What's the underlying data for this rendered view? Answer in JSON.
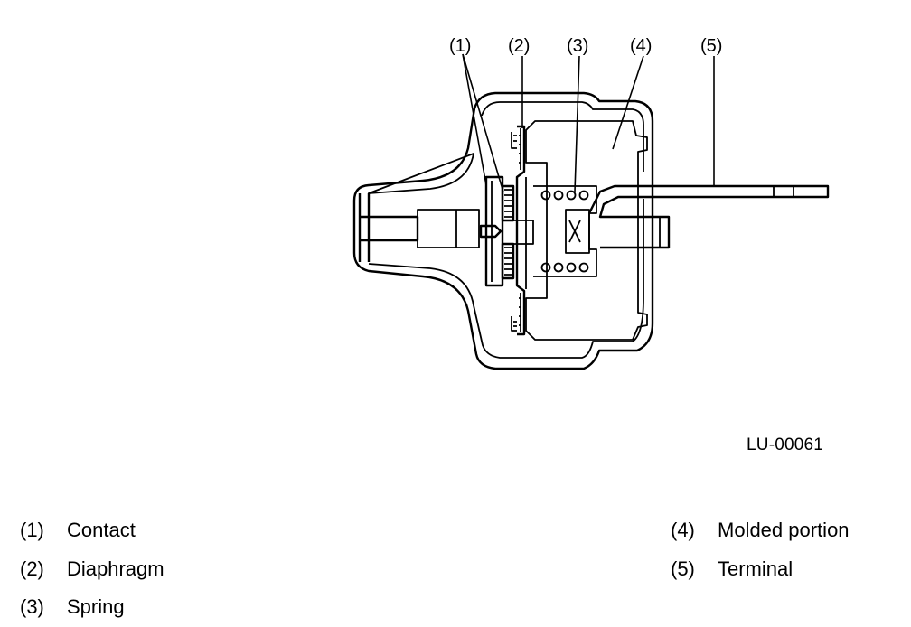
{
  "figure_code": "LU-00061",
  "callouts": [
    "(1)",
    "(2)",
    "(3)",
    "(4)",
    "(5)"
  ],
  "legend_left": [
    {
      "num": "(1)",
      "label": "Contact"
    },
    {
      "num": "(2)",
      "label": "Diaphragm"
    },
    {
      "num": "(3)",
      "label": "Spring"
    }
  ],
  "legend_right": [
    {
      "num": "(4)",
      "label": "Molded portion"
    },
    {
      "num": "(5)",
      "label": "Terminal"
    }
  ]
}
